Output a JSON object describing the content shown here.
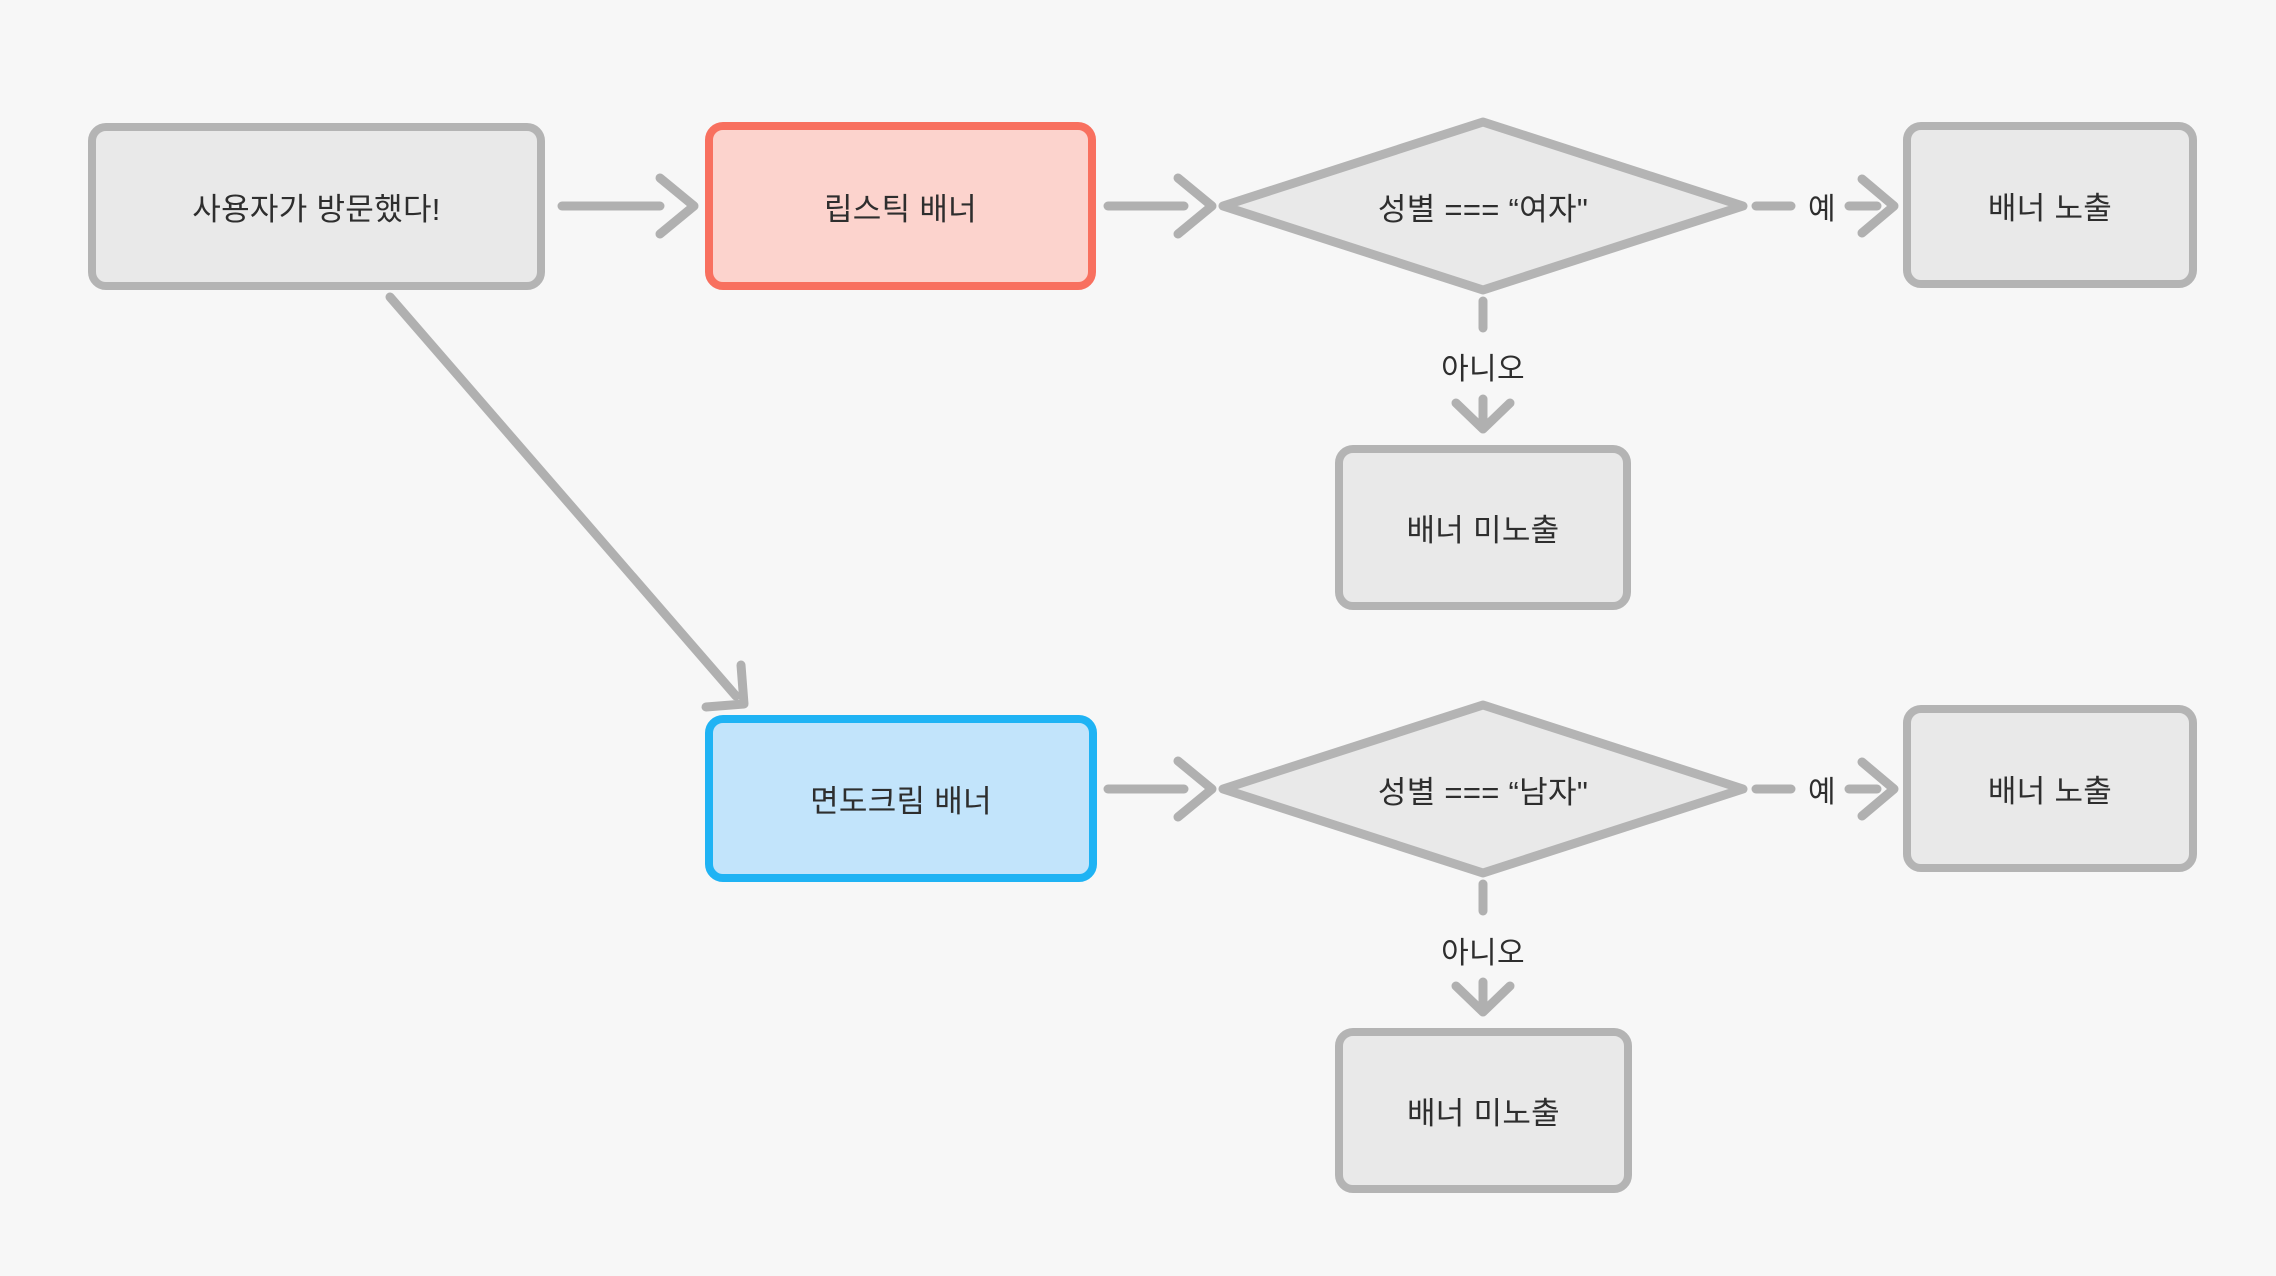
{
  "diagram": {
    "colors": {
      "background": "#f7f7f7",
      "node_fill": "#e9e9e9",
      "node_border": "#b4b4b4",
      "lipstick_fill": "#fcd3cd",
      "lipstick_border": "#f8705f",
      "shaving_fill": "#c2e4fb",
      "shaving_border": "#1fb3f4",
      "arrow": "#b0b0b0",
      "text": "#2e2e2e"
    },
    "nodes": {
      "start": {
        "label": "사용자가 방문했다!"
      },
      "lipstick_banner": {
        "label": "립스틱 배너"
      },
      "female_check": {
        "label": "성별 === “여자\""
      },
      "banner_shown_top": {
        "label": "배너 노출"
      },
      "banner_hidden_top": {
        "label": "배너 미노출"
      },
      "shaving_banner": {
        "label": "면도크림 배너"
      },
      "male_check": {
        "label": "성별 === “남자\""
      },
      "banner_shown_bottom": {
        "label": "배너 노출"
      },
      "banner_hidden_bottom": {
        "label": "배너 미노출"
      }
    },
    "edge_labels": {
      "yes_top": "예",
      "no_top": "아니오",
      "yes_bottom": "예",
      "no_bottom": "아니오"
    }
  }
}
